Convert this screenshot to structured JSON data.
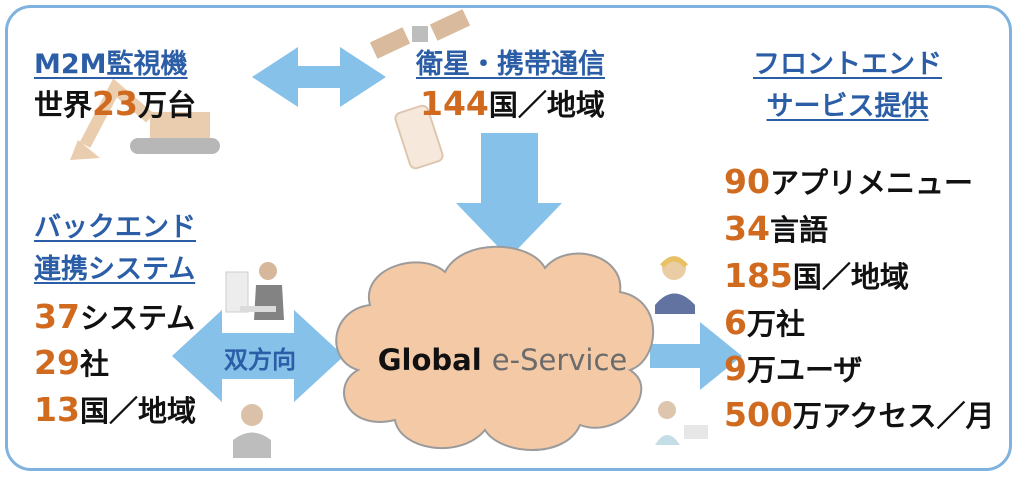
{
  "m2m": {
    "heading": "M2M監視機",
    "count": "23",
    "prefix": "世界",
    "suffix": "万台"
  },
  "satellite": {
    "heading": "衛星・携帯通信",
    "count": "144",
    "suffix": "国／地域"
  },
  "frontend": {
    "heading_line1": "フロントエンド",
    "heading_line2": "サービス提供",
    "stats": [
      {
        "num": "90",
        "text": "アプリメニュー"
      },
      {
        "num": "34",
        "text": "言語"
      },
      {
        "num": "185",
        "text": "国／地域"
      },
      {
        "num": "6",
        "text": "万社"
      },
      {
        "num": "9",
        "text": "万ユーザ"
      },
      {
        "num": "500",
        "text": "万アクセス／月"
      }
    ]
  },
  "backend": {
    "heading_line1": "バックエンド",
    "heading_line2": "連携システム",
    "stats": [
      {
        "num": "37",
        "text": "システム"
      },
      {
        "num": "29",
        "text": "社"
      },
      {
        "num": "13",
        "text": "国／地域"
      }
    ]
  },
  "bidirectional_label": "双方向",
  "cloud": {
    "brand": "Global",
    "service": "e-Service"
  },
  "colors": {
    "accent_blue": "#2b5ea6",
    "arrow_blue": "#86c1ea",
    "number_orange": "#d06a1e",
    "cloud_fill": "#f3c9a6"
  }
}
